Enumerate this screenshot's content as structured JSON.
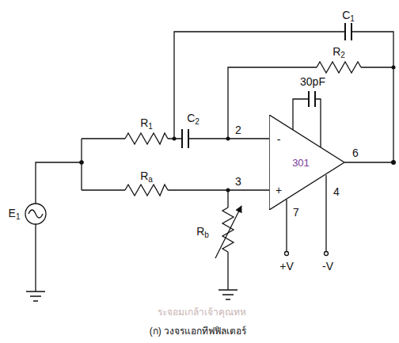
{
  "diagram": {
    "caption": "(ก) วงจรแอกทีฟฟิลเตอร์",
    "nodes": [
      {
        "text": [
          "301"
        ]
      }
    ],
    "labels": [
      "C1",
      "R2",
      "30pF",
      "R1",
      "C2",
      "2",
      "3",
      "6",
      "Ra",
      "Rb",
      "E1",
      "-",
      "+",
      "7",
      "4",
      "+V",
      "-V",
      "ระจอมเกล้าเจ้าคุณทห"
    ]
  }
}
